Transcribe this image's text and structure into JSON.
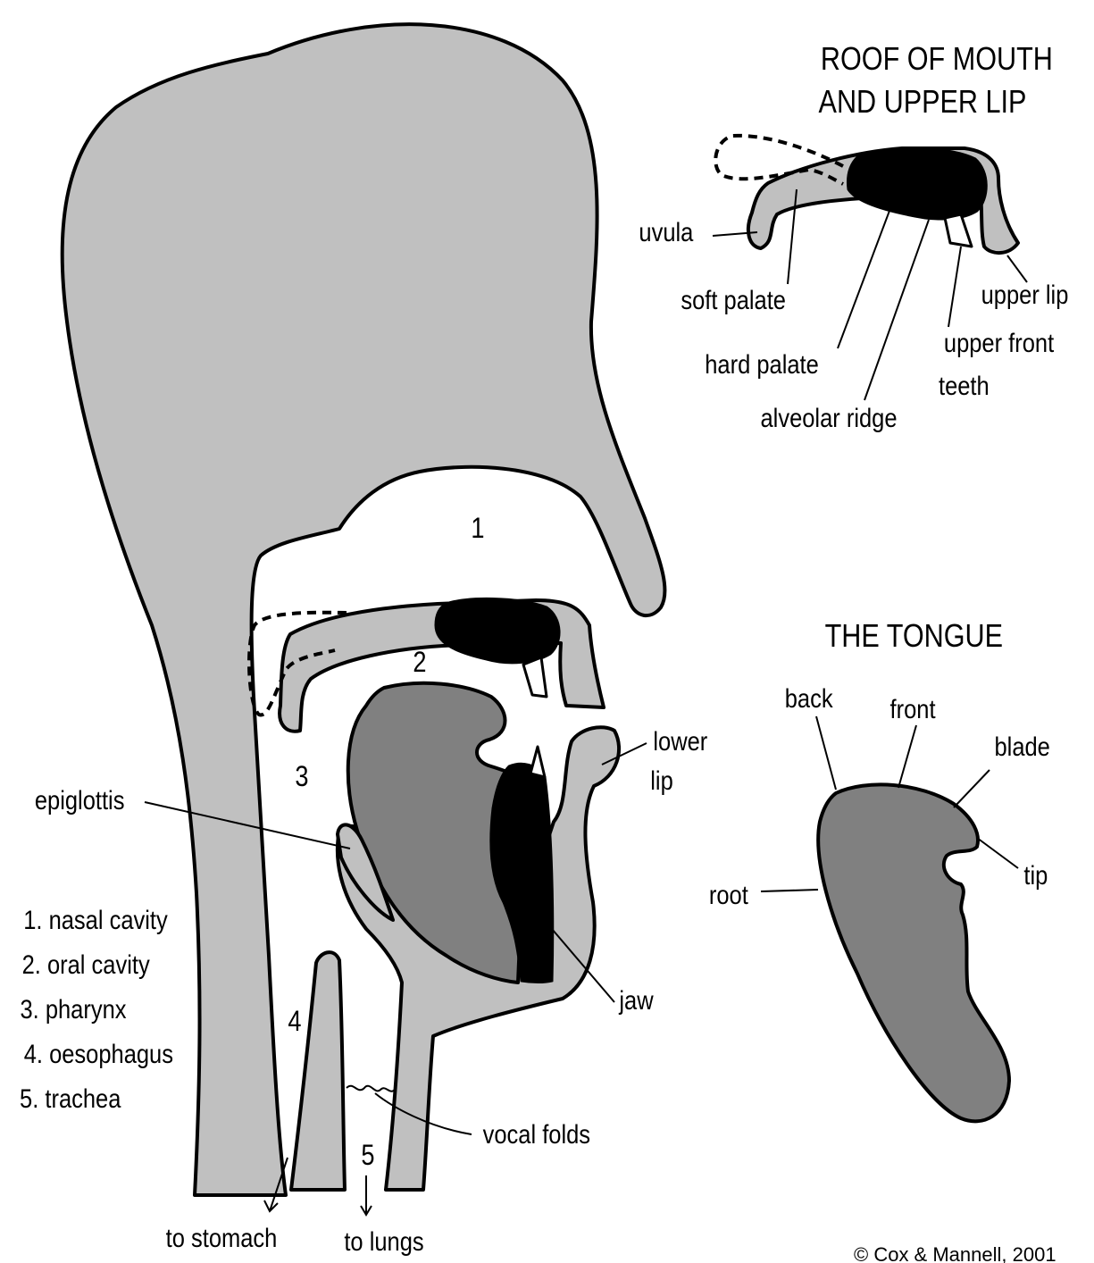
{
  "roof_section": {
    "title_line1": "ROOF OF MOUTH",
    "title_line2": "AND UPPER LIP",
    "labels": {
      "uvula": "uvula",
      "soft_palate": "soft palate",
      "hard_palate": "hard palate",
      "alveolar_ridge": "alveolar ridge",
      "upper_lip": "upper lip",
      "upper_front_teeth_line1": "upper front",
      "upper_front_teeth_line2": "teeth"
    }
  },
  "tongue_section": {
    "title": "THE TONGUE",
    "labels": {
      "back": "back",
      "front": "front",
      "blade": "blade",
      "tip": "tip",
      "root": "root"
    }
  },
  "head": {
    "region_numbers": [
      "1",
      "2",
      "3",
      "4",
      "5"
    ],
    "labels": {
      "epiglottis": "epiglottis",
      "lower_lip_line1": "lower",
      "lower_lip_line2": "lip",
      "jaw": "jaw",
      "vocal_folds": "vocal folds",
      "to_stomach": "to stomach",
      "to_lungs": "to lungs"
    }
  },
  "legend": [
    "1. nasal cavity",
    "2. oral cavity",
    "3. pharynx",
    "4. oesophagus",
    "5. trachea"
  ],
  "copyright": "© Cox & Mannell, 2001",
  "colors": {
    "skin": "#c0c0c0",
    "tongue": "#808080",
    "bone": "#000000",
    "background": "#ffffff"
  }
}
